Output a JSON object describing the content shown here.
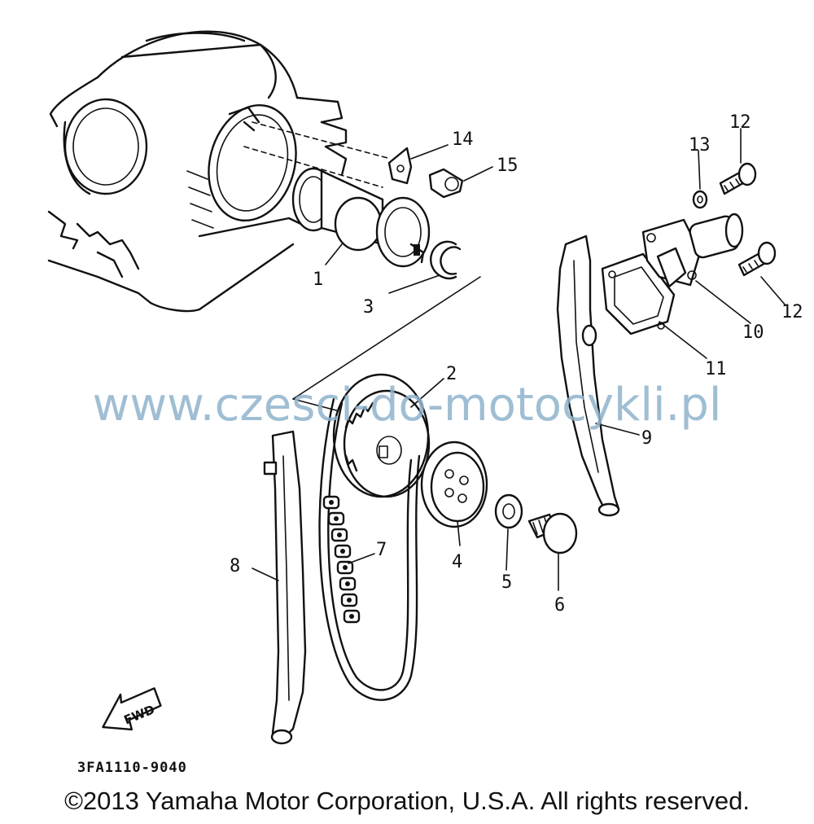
{
  "diagram": {
    "callouts": [
      {
        "number": "1",
        "part": "camshaft"
      },
      {
        "number": "2",
        "part": "cam-sprocket"
      },
      {
        "number": "3",
        "part": "circlip"
      },
      {
        "number": "4",
        "part": "plate"
      },
      {
        "number": "5",
        "part": "washer"
      },
      {
        "number": "6",
        "part": "bolt"
      },
      {
        "number": "7",
        "part": "cam-chain"
      },
      {
        "number": "8",
        "part": "chain-guide-intake"
      },
      {
        "number": "9",
        "part": "chain-guide-exhaust"
      },
      {
        "number": "10",
        "part": "tensioner-assembly"
      },
      {
        "number": "11",
        "part": "gasket"
      },
      {
        "number": "12",
        "part": "tensioner-bolt"
      },
      {
        "number": "12",
        "part": "tensioner-bolt"
      },
      {
        "number": "13",
        "part": "tensioner-washer"
      },
      {
        "number": "14",
        "part": "bracket"
      },
      {
        "number": "15",
        "part": "bracket-bolt"
      }
    ],
    "fwd_label": "FWD",
    "diagram_code": "3FA1110-9040"
  },
  "watermark": "www.czesci-do-motocykli.pl",
  "copyright": "©2013 Yamaha Motor Corporation, U.S.A. All rights reserved."
}
